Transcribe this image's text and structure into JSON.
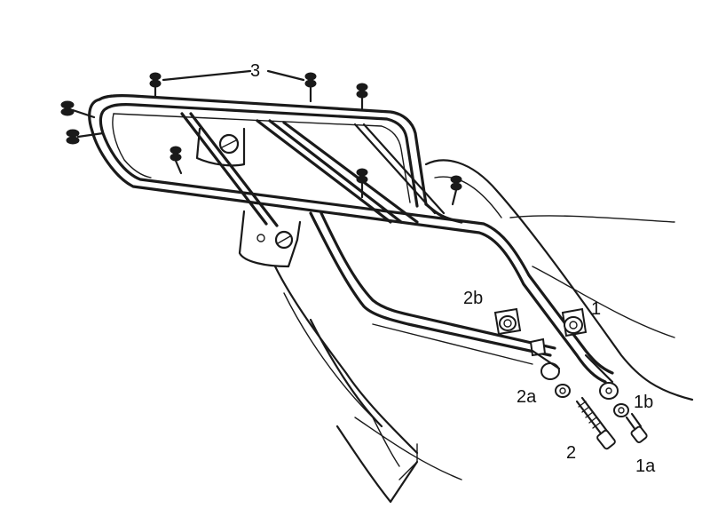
{
  "diagram": {
    "labels": {
      "l3": "3",
      "l1": "1",
      "l2b": "2b",
      "l2a": "2a",
      "l1b": "1b",
      "l2": "2",
      "l1a": "1a"
    }
  }
}
